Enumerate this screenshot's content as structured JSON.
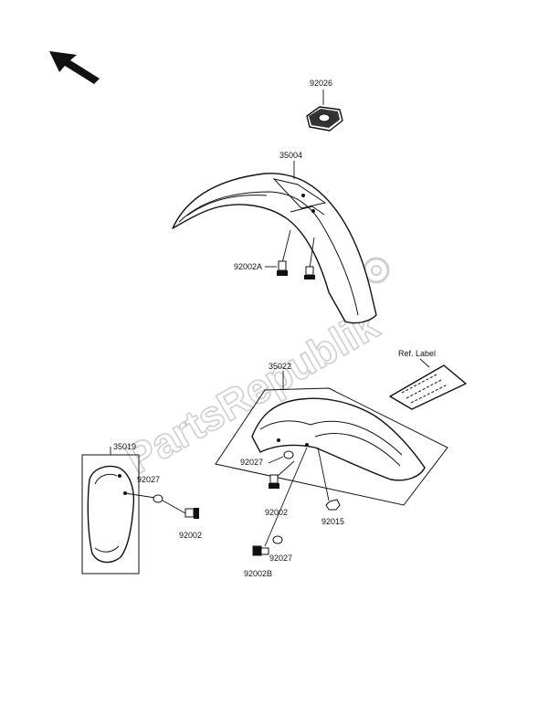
{
  "watermark": "PartsRepublik",
  "labels": {
    "p92026": "92026",
    "p35004": "35004",
    "p92002A": "92002A",
    "p35022": "35022",
    "ref_label": "Ref. Label",
    "p35019": "35019",
    "p92027_left": "92027",
    "p92002_left": "92002",
    "p92027_center": "92027",
    "p92002_center": "92002",
    "p92015": "92015",
    "p92027_bottom": "92027",
    "p92002B": "92002B"
  }
}
